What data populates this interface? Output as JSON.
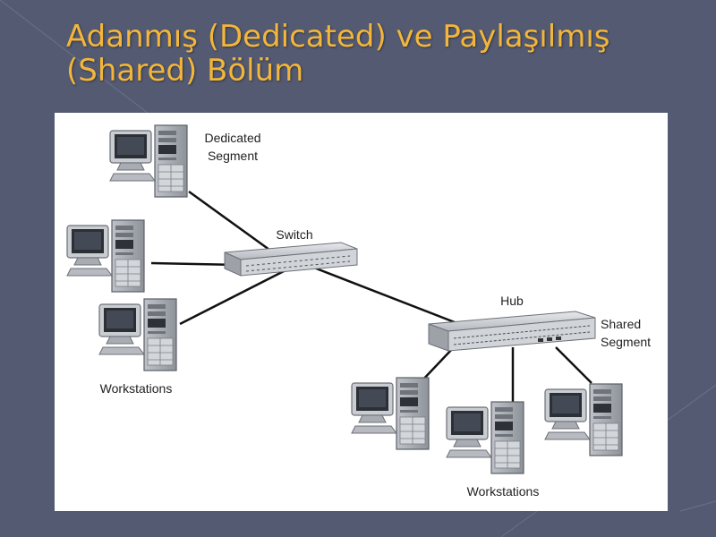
{
  "slide": {
    "title_line1": "Adanmış (Dedicated) ve Paylaşılmış",
    "title_line2": "(Shared) Bölüm"
  },
  "diagram": {
    "labels": {
      "dedicated_line1": "Dedicated",
      "dedicated_line2": "Segment",
      "switch": "Switch",
      "hub": "Hub",
      "shared_line1": "Shared",
      "shared_line2": "Segment",
      "workstations_left": "Workstations",
      "workstations_right": "Workstations"
    },
    "nodes": [
      {
        "name": "dedicated-pc",
        "type": "workstation"
      },
      {
        "name": "switch-pc-1",
        "type": "workstation"
      },
      {
        "name": "switch-pc-2",
        "type": "workstation"
      },
      {
        "name": "switch",
        "type": "switch"
      },
      {
        "name": "hub",
        "type": "hub"
      },
      {
        "name": "hub-pc-1",
        "type": "workstation"
      },
      {
        "name": "hub-pc-2",
        "type": "workstation"
      },
      {
        "name": "hub-pc-3",
        "type": "workstation"
      }
    ],
    "edges": [
      [
        "dedicated-pc",
        "switch"
      ],
      [
        "switch-pc-1",
        "switch"
      ],
      [
        "switch-pc-2",
        "switch"
      ],
      [
        "switch",
        "hub"
      ],
      [
        "hub",
        "hub-pc-1"
      ],
      [
        "hub",
        "hub-pc-2"
      ],
      [
        "hub",
        "hub-pc-3"
      ]
    ]
  }
}
